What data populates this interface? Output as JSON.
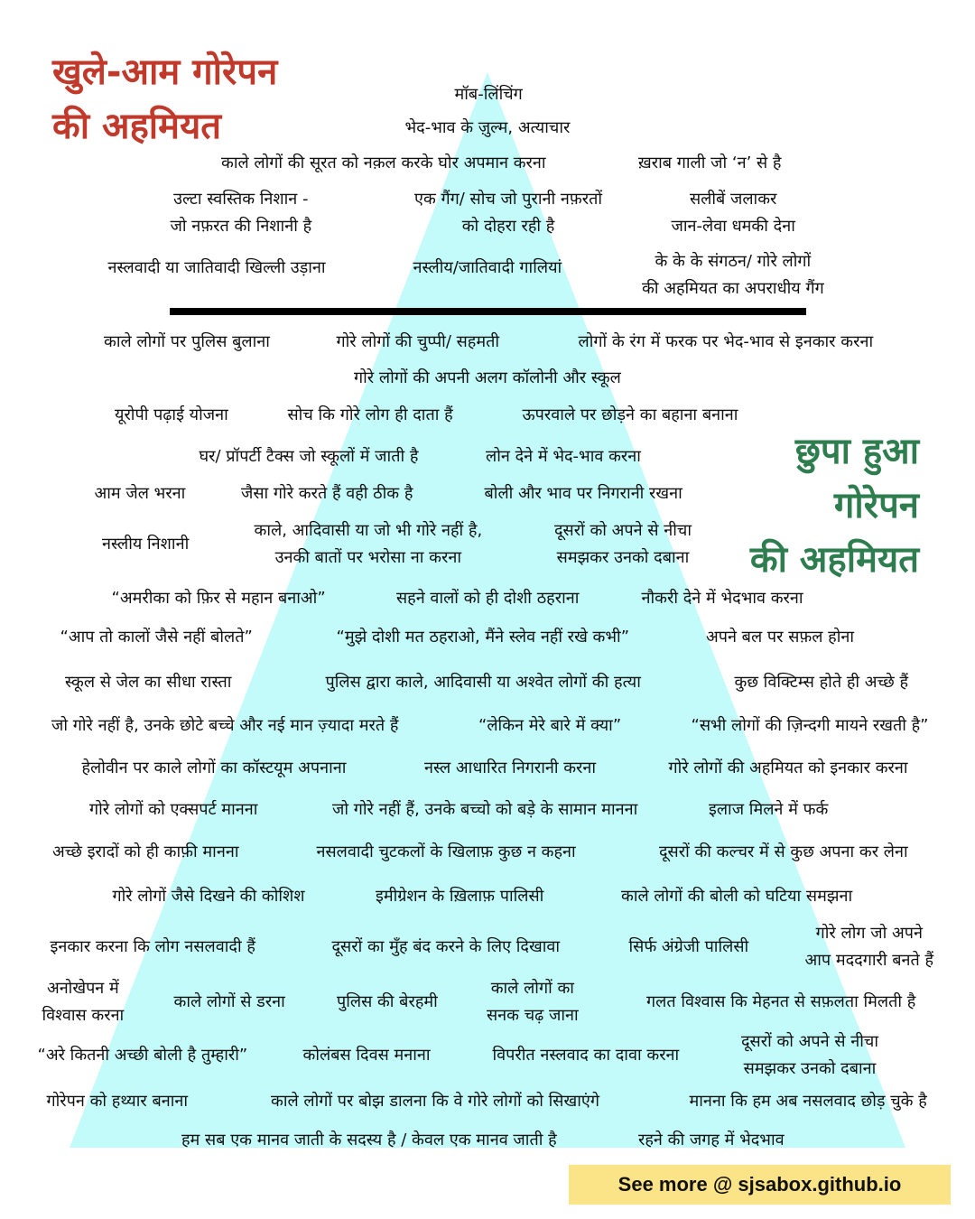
{
  "colors": {
    "pyramid": "#c2fbfa",
    "overt_heading": "#c0392b",
    "covert_heading": "#2e7d4f",
    "credit_bg": "#fbe487"
  },
  "overt_title": [
    "खुले-आम गोरेपन",
    "की अहमियत"
  ],
  "covert_title": [
    "छुपा हुआ",
    "गोरेपन",
    "की अहमियत"
  ],
  "overt_items": [
    [
      "मॉब-लिंचिंग"
    ],
    [
      "भेद-भाव के ज़ुल्म, अत्याचार"
    ],
    [
      "काले लोगों की सूरत को नक़ल करके घोर अपमान करना"
    ],
    [
      "ख़राब गाली जो ‘न’ से है"
    ],
    [
      "उल्टा स्वस्तिक निशान -",
      "जो नफ़रत की निशानी है"
    ],
    [
      "एक गैंग/ सोच जो पुरानी नफ़रतों",
      "को दोहरा रही है"
    ],
    [
      "सलीबें जलाकर",
      "जान-लेवा धमकी देना"
    ],
    [
      "नस्लवादी या जातिवादी खिल्ली उड़ाना"
    ],
    [
      "नस्लीय/जातिवादी गालियां"
    ],
    [
      "के के के संगठन/ गोरे लोगों",
      "की अहमियत का अपराधीय गैंग"
    ]
  ],
  "covert_items": [
    [
      "काले लोगों पर पुलिस बुलाना"
    ],
    [
      "गोरे लोगों की चुप्पी/ सहमती"
    ],
    [
      "लोगों के रंग में फरक पर भेद-भाव से इनकार करना"
    ],
    [
      "गोरे लोगों की अपनी अलग कॉलोनी और स्कूल"
    ],
    [
      "यूरोपी पढ़ाई योजना"
    ],
    [
      "सोच कि गोरे लोग ही दाता हैं"
    ],
    [
      "ऊपरवाले पर छोड़ने का बहाना बनाना"
    ],
    [
      "घर/ प्रॉपर्टी टैक्स जो स्कूलों में जाती है"
    ],
    [
      "लोन देने में भेद-भाव करना"
    ],
    [
      "आम जेल भरना"
    ],
    [
      "जैसा गोरे करते हैं वही ठीक है"
    ],
    [
      "बोली और भाव पर निगरानी रखना"
    ],
    [
      "नस्लीय निशानी"
    ],
    [
      "काले, आदिवासी या जो भी गोरे नहीं है,",
      "उनकी बातों पर भरोसा ना करना"
    ],
    [
      "दूसरों को अपने से नीचा",
      "समझकर उनको दबाना"
    ],
    [
      "“अमरीका को फ़िर से महान बनाओ”"
    ],
    [
      "सहने वालों को ही दोशी ठहराना"
    ],
    [
      "नौकरी देने में भेदभाव करना"
    ],
    [
      "“आप तो कालों जैसे नहीं बोलते”"
    ],
    [
      "“मुझे दोशी मत ठहराओ, मैंने स्लेव नहीं रखे कभी”"
    ],
    [
      "अपने बल पर सफ़ल होना"
    ],
    [
      "स्कूल से जेल का सीधा रास्ता"
    ],
    [
      "पुलिस द्वारा काले, आदिवासी या अश्वेत लोगों की हत्या"
    ],
    [
      "कुछ विक्टिम्स होते ही अच्छे हैं"
    ],
    [
      "जो गोरे नहीं है, उनके छोटे बच्चे और नई मान ज़्यादा मरते हैं"
    ],
    [
      "“लेकिन मेरे बारे में क्या”"
    ],
    [
      "“सभी लोगों की ज़िन्दगी मायने रखती है”"
    ],
    [
      "हेलोवीन पर काले लोगों का कॉस्टयूम अपनाना"
    ],
    [
      "नस्ल आधारित निगरानी करना"
    ],
    [
      "गोरे लोगों की अहमियत को इनकार करना"
    ],
    [
      "गोरे लोगों को एक्सपर्ट मानना"
    ],
    [
      "जो गोरे नहीं हैं, उनके बच्चो को बड़े के सामान मानना"
    ],
    [
      "इलाज मिलने में फर्क"
    ],
    [
      "अच्छे इरादों को ही काफ़ी मानना"
    ],
    [
      "नसलवादी चुटकलों के खिलाफ़ कुछ न कहना"
    ],
    [
      "दूसरों की कल्चर में से कुछ अपना कर लेना"
    ],
    [
      "गोरे लोगों जैसे दिखने की कोशिश"
    ],
    [
      "इमीग्रेशन के ख़िलाफ़ पालिसी"
    ],
    [
      "काले लोगों की बोली को घटिया समझना"
    ],
    [
      "इनकार करना कि लोग नसलवादी हैं"
    ],
    [
      "दूसरों का मुँह बंद करने के लिए दिखावा"
    ],
    [
      "सिर्फ अंग्रेजी पालिसी"
    ],
    [
      "गोरे लोग जो अपने",
      "आप मददगारी बनते हैं"
    ],
    [
      "अनोखेपन में",
      "विश्वास करना"
    ],
    [
      "काले लोगों से डरना"
    ],
    [
      "पुलिस की बेरहमी"
    ],
    [
      "काले लोगों का",
      "सनक चढ़ जाना"
    ],
    [
      "गलत विश्वास कि मेहनत  से सफ़लता मिलती है"
    ],
    [
      "“अरे कितनी अच्छी बोली है तुम्हारी”"
    ],
    [
      "कोलंबस दिवस मनाना"
    ],
    [
      "विपरीत नस्लवाद का दावा करना"
    ],
    [
      "दूसरों को अपने से नीचा",
      "समझकर उनको दबाना"
    ],
    [
      "गोरेपन को हथ्यार बनाना"
    ],
    [
      "काले लोगों पर बोझ डालना कि वे गोरे लोगों को सिखाएंगे"
    ],
    [
      "मानना कि हम अब नसलवाद छोड़ चुके है"
    ],
    [
      "हम सब एक मानव जाती के सदस्य है / केवल एक मानव जाती है"
    ],
    [
      "रहने की जगह में भेदभाव"
    ]
  ],
  "credit": "See more @ sjsabox.github.io"
}
